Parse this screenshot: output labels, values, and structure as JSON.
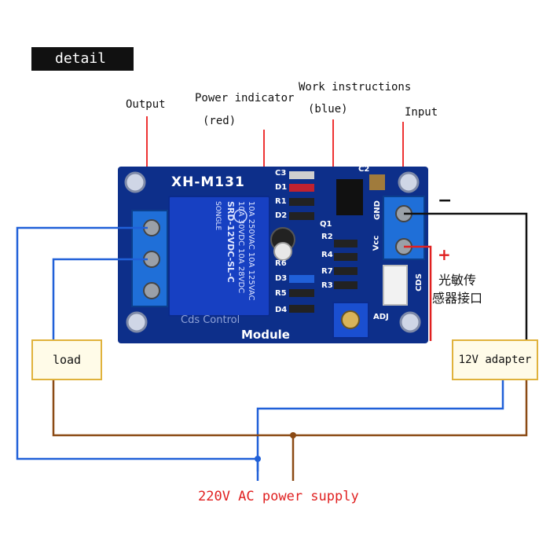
{
  "header": {
    "detail": "detail"
  },
  "callouts": {
    "output": "Output",
    "power_indicator": "Power indicator",
    "power_indicator_color": "(red)",
    "work_instructions": "Work instructions",
    "work_instructions_color": "(blue)",
    "input": "Input"
  },
  "board": {
    "model": "XH-M131",
    "module_text": "Module",
    "cds_control": "Cds Control",
    "relay_lines": [
      "10A 250VAC  10A 125VAC",
      "10A 30VDC  10A 28VDC",
      "SRD-12VDC-SL-C"
    ],
    "relay_brand": "SONGLE",
    "components": {
      "c3": "C3",
      "d1": "D1",
      "r1": "R1",
      "d2": "D2",
      "q1": "Q1",
      "r2": "R2",
      "r4": "R4",
      "r6": "R6",
      "d3": "D3",
      "r7": "R7",
      "r5": "R5",
      "r3": "R3",
      "d4": "D4",
      "c2": "C2",
      "gnd": "GND",
      "vcc": "Vcc",
      "cds": "CDS",
      "adj": "ADJ"
    }
  },
  "polarity": {
    "minus": "−",
    "plus": "+"
  },
  "sensor_label": [
    "光敏传",
    "感器接口"
  ],
  "load_label": "load",
  "adapter_label": "12V adapter",
  "power_supply_label": "220V AC power supply",
  "colors": {
    "blue_wire": "#2060d8",
    "brown_wire": "#8b4a14",
    "red_wire": "#e02020",
    "black_wire": "#111111",
    "pcb": "#0d2f8a",
    "label_red": "#e02020"
  }
}
